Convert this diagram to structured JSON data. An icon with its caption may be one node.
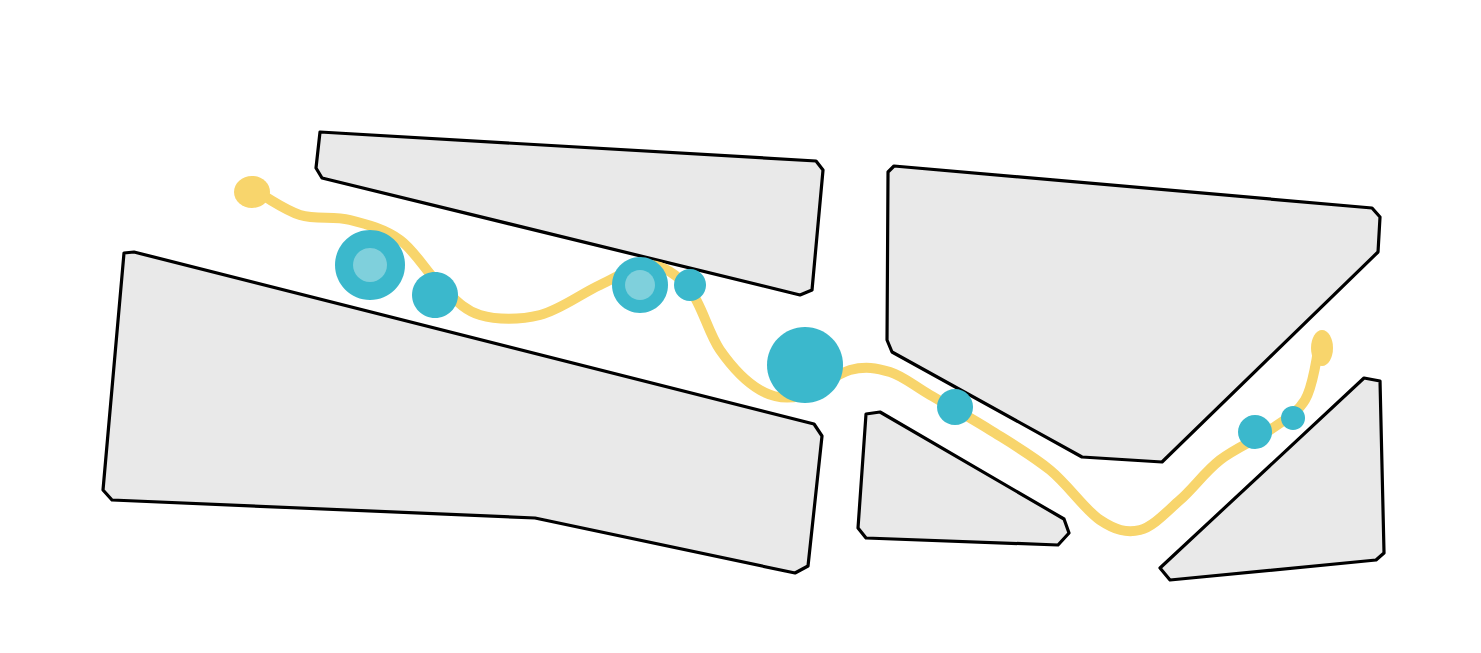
{
  "diagram": {
    "nodes": [
      {
        "text": [],
        "shape": "polygon"
      },
      {
        "text": [],
        "shape": "polygon"
      },
      {
        "text": [],
        "shape": "polygon"
      },
      {
        "text": [],
        "shape": "polygon"
      },
      {
        "text": [],
        "shape": "polygon"
      },
      {
        "text": [],
        "shape": "circle"
      },
      {
        "text": [],
        "shape": "circle"
      },
      {
        "text": [],
        "shape": "circle"
      },
      {
        "text": [],
        "shape": "circle"
      },
      {
        "text": [],
        "shape": "circle"
      },
      {
        "text": [],
        "shape": "circle"
      },
      {
        "text": [],
        "shape": "circle"
      },
      {
        "text": [],
        "shape": "circle"
      }
    ]
  }
}
